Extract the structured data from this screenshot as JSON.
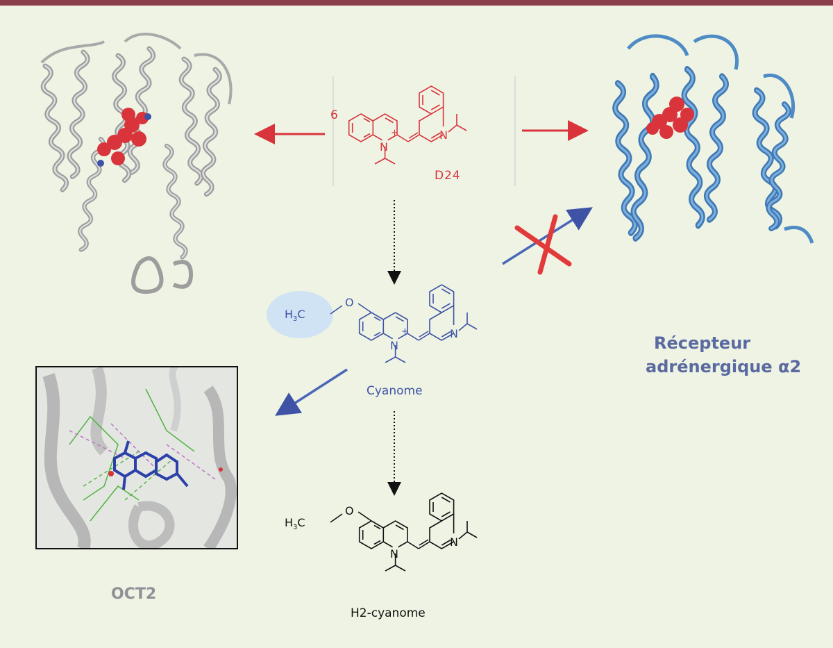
{
  "colors": {
    "background": "#eef3e4",
    "top_bar": "#8a3e4b",
    "d24": "#d9343b",
    "cyanome": "#3f53a6",
    "h2cyanome": "#111111",
    "protein_gray": "#a9a9a9",
    "protein_blue": "#4f8bc4",
    "highlight": "#cfe3f4"
  },
  "labels": {
    "d24_name": "D24",
    "d24_position": "6",
    "cyanome_name": "Cyanome",
    "h2cyanome_name": "H2-cyanome",
    "methoxy_h": "H",
    "methoxy_sub": "3",
    "methoxy_c": "C",
    "oxygen": "O",
    "nitrogen": "N",
    "plus": "+",
    "receptor_line1": "Récepteur",
    "receptor_line2": "adrénergique α2",
    "oct2": "OCT2"
  },
  "icons": {
    "oct2_structure": "protein-ribbon-gray",
    "receptor_structure": "protein-ribbon-blue",
    "docking_inset": "docking-pose-inset",
    "blocked": "red-x-icon"
  }
}
